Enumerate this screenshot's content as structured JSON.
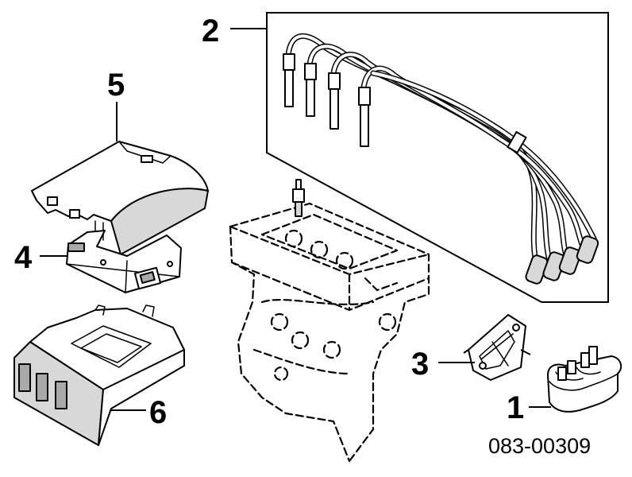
{
  "diagram": {
    "part_code": "083-00309",
    "callouts": [
      "1",
      "2",
      "3",
      "4",
      "5",
      "6"
    ]
  }
}
